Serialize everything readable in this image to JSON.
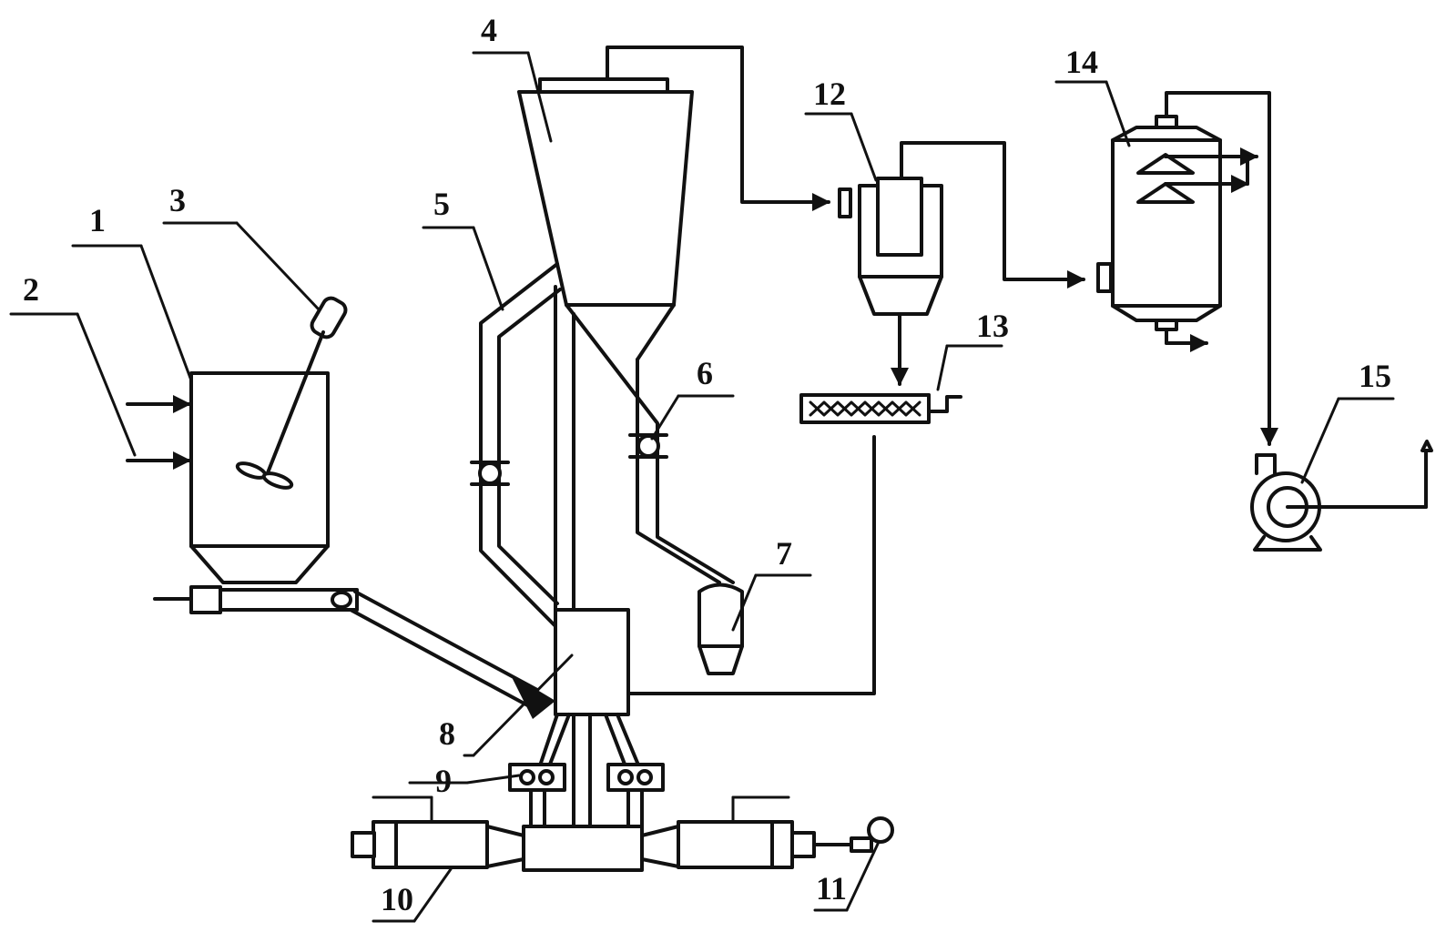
{
  "diagram": {
    "labels": {
      "n1": "1",
      "n2": "2",
      "n3": "3",
      "n4": "4",
      "n5": "5",
      "n6": "6",
      "n7": "7",
      "n8": "8",
      "n9": "9",
      "n10": "10",
      "n11": "11",
      "n12": "12",
      "n13": "13",
      "n14": "14",
      "n15": "15"
    },
    "colors": {
      "line": "#111111",
      "background": "#ffffff"
    }
  }
}
